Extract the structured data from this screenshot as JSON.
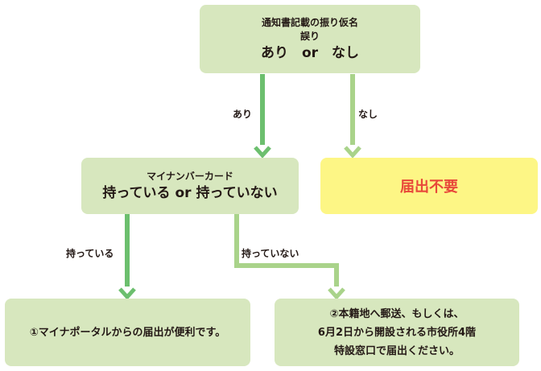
{
  "top": {
    "line1": "通知書記載の振り仮名",
    "line2": "誤り",
    "line3": "あり　or　なし"
  },
  "edges": {
    "ari": "あり",
    "nashi": "なし",
    "motteiru": "持っている",
    "motteinai": "持っていない"
  },
  "mynumber": {
    "line1": "マイナンバーカード",
    "line2": "持っている or 持っていない"
  },
  "not_required": {
    "label": "届出不要"
  },
  "result1": {
    "line1": "①マイナポータルからの届出が便利です。"
  },
  "result2": {
    "line1": "②本籍地へ郵送、もしくは、",
    "line2": "6月2日から開設される市役所4階",
    "line3": "特設窓口で届出ください。"
  },
  "colors": {
    "box_green": "#d7e7be",
    "box_yellow": "#fdf685",
    "arrow_dark": "#6cbf6e",
    "arrow_light": "#a9d38a",
    "text_red": "#e8483a"
  }
}
